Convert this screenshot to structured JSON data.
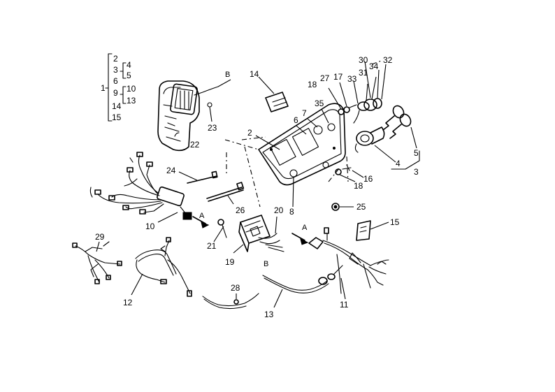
{
  "callouts": {
    "c1": "1",
    "c2": "2",
    "c2b": "2",
    "c3": "3",
    "c3b": "3",
    "c4": "4",
    "c4b": "4",
    "c5": "5",
    "c5b": "5",
    "c6": "6",
    "c6b": "6",
    "c7": "7",
    "c8": "8",
    "c9": "9",
    "c10": "10",
    "c10b": "10",
    "c11": "11",
    "c12": "12",
    "c13": "13",
    "c13b": "13",
    "c14": "14",
    "c14b": "14",
    "c15": "15",
    "c15b": "15",
    "c16": "16",
    "c17": "17",
    "c18a": "18",
    "c18b": "18",
    "c19": "19",
    "c20": "20",
    "c21": "21",
    "c22": "22",
    "c23": "23",
    "c24": "24",
    "c25": "25",
    "c26": "26",
    "c27": "27",
    "c28": "28",
    "c29": "29",
    "c30": "30",
    "c31": "31",
    "c32": "32",
    "c33": "33",
    "c34": "34",
    "c35": "35"
  },
  "connectors": {
    "a1": "A",
    "a2": "A",
    "b1": "B",
    "b2": "B"
  }
}
